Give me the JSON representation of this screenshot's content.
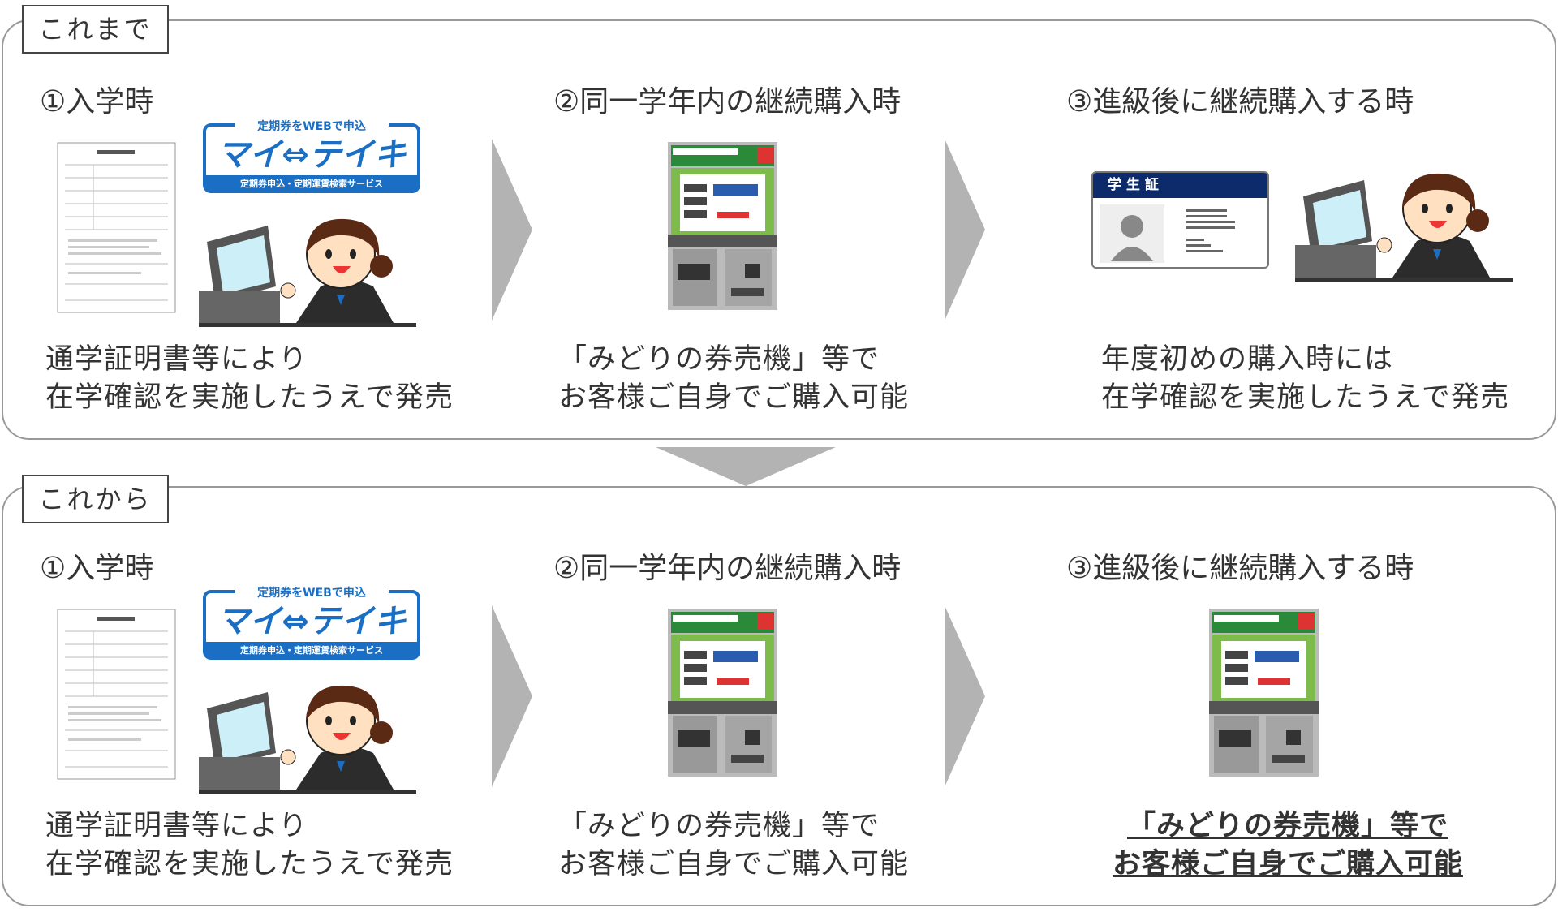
{
  "sections": [
    {
      "label": "これまで",
      "columns": [
        {
          "header": "①入学時",
          "desc": [
            "通学証明書等により",
            "在学確認を実施したうえで発売"
          ]
        },
        {
          "header": "②同一学年内の継続購入時",
          "desc": [
            "「みどりの券売機」等で",
            "お客様ご自身でご購入可能"
          ]
        },
        {
          "header": "③進級後に継続購入する時",
          "desc": [
            "年度初めの購入時には",
            "在学確認を実施したうえで発売"
          ]
        }
      ]
    },
    {
      "label": "これから",
      "columns": [
        {
          "header": "①入学時",
          "desc": [
            "通学証明書等により",
            "在学確認を実施したうえで発売"
          ]
        },
        {
          "header": "②同一学年内の継続購入時",
          "desc": [
            "「みどりの券売機」等で",
            "お客様ご自身でご購入可能"
          ]
        },
        {
          "header": "③進級後に継続購入する時",
          "desc": [
            "「みどりの券売機」等で",
            "お客様ご自身でご購入可能"
          ]
        }
      ]
    }
  ],
  "logo": {
    "top": "定期券をWEBで申込",
    "name": "マイ⇔テイキ",
    "bottom": "定期券申込・定期運賃検索サービス"
  },
  "student_card": {
    "title": "学 生 証"
  },
  "colors": {
    "logo_blue": "#1a6fc4",
    "card_navy": "#0d2a6b",
    "arrow_gray": "#b3b3b3",
    "border": "#999999"
  }
}
